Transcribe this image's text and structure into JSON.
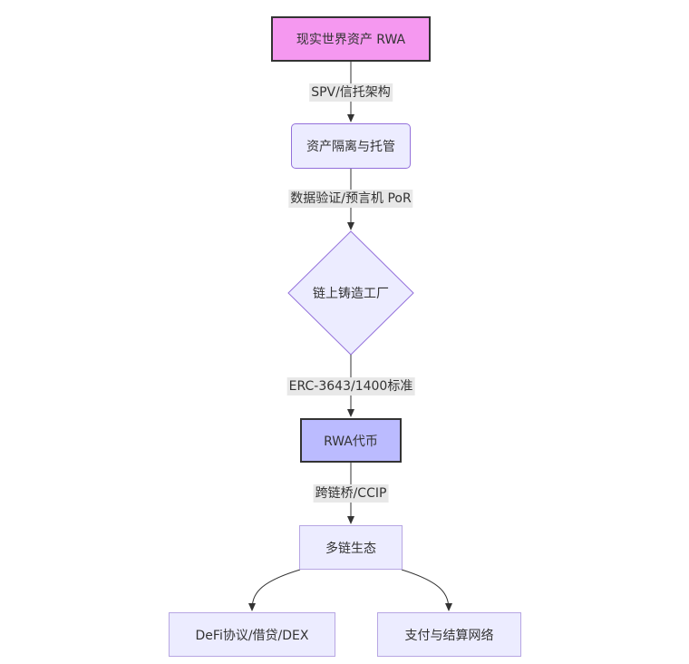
{
  "nodes": {
    "rwa_source": "现实世界资产 RWA",
    "custody": "资产隔离与托管",
    "minting": "链上铸造工厂",
    "rwa_token": "RWA代币",
    "multichain": "多链生态",
    "defi": "DeFi协议/借贷/DEX",
    "payments": "支付与结算网络"
  },
  "edges": {
    "spv": "SPV/信托架构",
    "oracle": "数据验证/预言机 PoR",
    "standard": "ERC-3643/1400标准",
    "bridge": "跨链桥/CCIP"
  },
  "colors": {
    "source_fill": "#f598f0",
    "token_fill": "#bbbbff",
    "node_fill": "#ececff",
    "node_border": "#9370db",
    "line": "#333333"
  }
}
